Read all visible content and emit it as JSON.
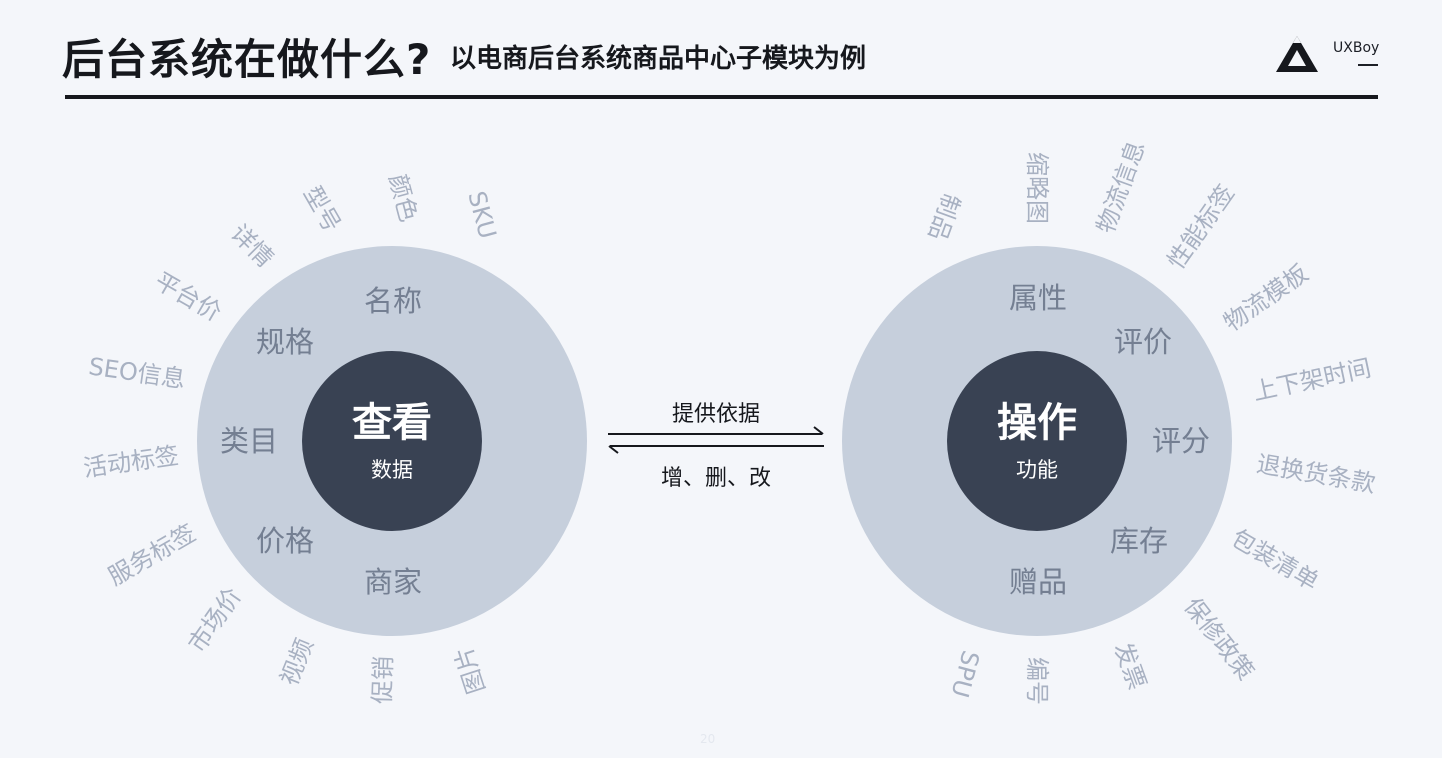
{
  "header": {
    "title": "后台系统在做什么?",
    "subtitle": "以电商后台系统商品中心子模块为例",
    "brand": "UXBoy"
  },
  "left_circle": {
    "center_title": "查看",
    "center_subtitle": "数据",
    "inner": [
      "名称",
      "规格",
      "类目",
      "价格",
      "商家"
    ],
    "outer": [
      "SKU",
      "颜色",
      "型号",
      "详情",
      "平台价",
      "SEO信息",
      "活动标签",
      "服务标签",
      "市场价",
      "视频",
      "促销",
      "图片"
    ]
  },
  "right_circle": {
    "center_title": "操作",
    "center_subtitle": "功能",
    "inner": [
      "属性",
      "评价",
      "评分",
      "库存",
      "赠品"
    ],
    "outer": [
      "制品",
      "缩略图",
      "物流信息",
      "性能标签",
      "物流模板",
      "上下架时间",
      "退换货条款",
      "包装清单",
      "保修政策",
      "发票",
      "编号",
      "SPU"
    ]
  },
  "connector": {
    "top_label": "提供依据",
    "bottom_label": "增、删、改"
  },
  "footer": {
    "page": "20"
  }
}
